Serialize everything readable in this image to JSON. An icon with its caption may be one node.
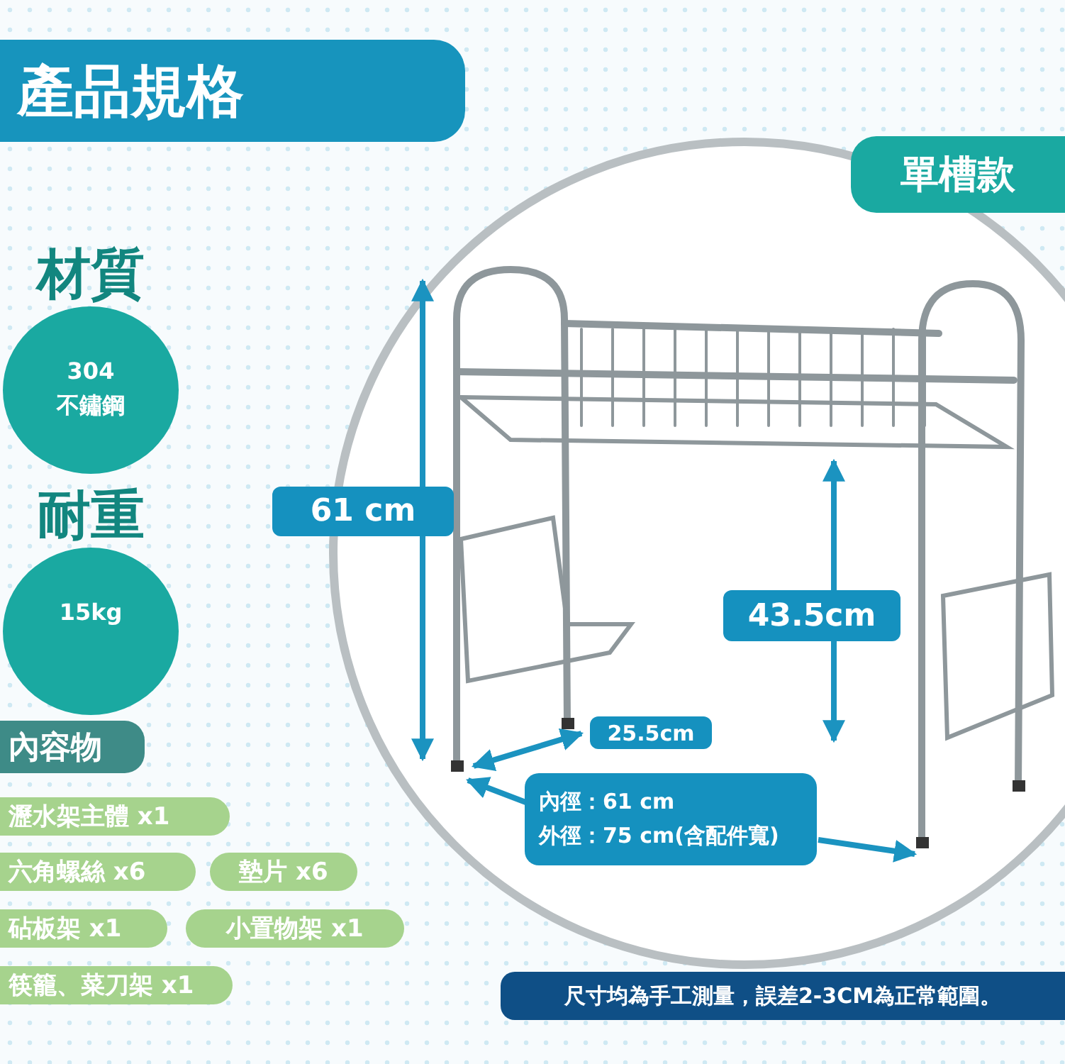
{
  "diagram": {
    "title": "產品規格",
    "nodes": [
      {
        "text": [
          "單槽款"
        ]
      },
      {
        "text": [
          "材質",
          "304 不鏽鋼"
        ]
      },
      {
        "text": [
          "耐重",
          "15kg"
        ]
      },
      {
        "text": [
          "61 cm"
        ]
      },
      {
        "text": [
          "43.5cm"
        ]
      },
      {
        "text": [
          "25.5cm"
        ]
      },
      {
        "text": [
          "內徑：61 cm",
          "外徑：75 cm(含配件寬)"
        ]
      },
      {
        "text": [
          "內容物"
        ]
      },
      {
        "text": [
          "瀝水架主體 x1"
        ]
      },
      {
        "text": [
          "六角螺絲 x6"
        ]
      },
      {
        "text": [
          "墊片 x6"
        ]
      },
      {
        "text": [
          "砧板架 x1"
        ]
      },
      {
        "text": [
          "小置物架 x1"
        ]
      },
      {
        "text": [
          "筷籠、菜刀架 x1"
        ]
      },
      {
        "text": [
          "尺寸均為手工測量，誤差2-3CM為正常範圍。"
        ]
      }
    ]
  }
}
